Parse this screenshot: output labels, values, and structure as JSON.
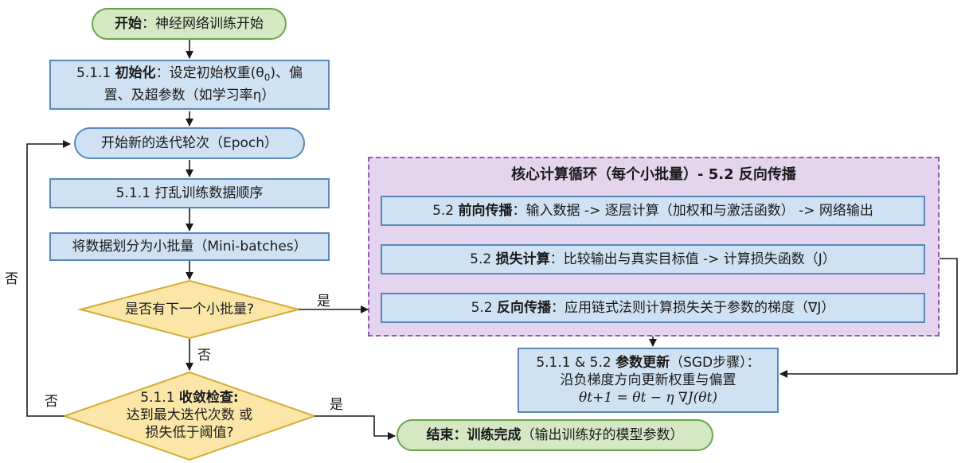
{
  "nodes": {
    "start": {
      "bold": "开始",
      "text": "：神经网络训练开始"
    },
    "init": {
      "prefix": "5.1.1 ",
      "bold": "初始化",
      "line1": "：设定初始权重(θ",
      "sub": "0",
      "line1_end": ")、偏",
      "line2": "置、及超参数（如学习率η）"
    },
    "epoch": {
      "text": "开始新的迭代轮次（Epoch）"
    },
    "shuffle": {
      "text": "5.1.1 打乱训练数据顺序"
    },
    "batches": {
      "text": "将数据划分为小批量（Mini-batches）"
    },
    "has_batch": {
      "text": "是否有下一个小批量?"
    },
    "converge": {
      "prefix": "5.1.1 ",
      "bold": "收敛检查:",
      "line2": "达到最大迭代次数 或",
      "line3": "损失低于阈值?"
    },
    "end": {
      "bold": "结束：训练完成",
      "text": "（输出训练好的模型参数）"
    },
    "loop_title": "核心计算循环（每个小批量）- 5.2 反向传播",
    "forward": {
      "prefix": "5.2 ",
      "bold": "前向传播",
      "text": "：输入数据 -> 逐层计算（加权和与激活函数） -> 网络输出"
    },
    "loss": {
      "prefix": "5.2 ",
      "bold": "损失计算",
      "text": "：比较输出与真实目标值 -> 计算损失函数（J）"
    },
    "backprop": {
      "prefix": "5.2 ",
      "bold": "反向传播",
      "text": "：应用链式法则计算损失关于参数的梯度（∇J）"
    },
    "update": {
      "prefix": "5.1.1 & 5.2 ",
      "bold": "参数更新",
      "text": "（SGD步骤）：",
      "line2": "沿负梯度方向更新权重与偏置",
      "formula": "θt+1 = θt − η ∇J(θt)"
    }
  },
  "edge_labels": {
    "yes_batch": "是",
    "no_batch": "否",
    "yes_converge": "是",
    "no_converge": "否",
    "no_loop_side": "否"
  },
  "colors": {
    "start_end_fill": "#d5e8c4",
    "process_fill": "#cfe2f3",
    "decision_fill": "#fbe6a8",
    "loop_fill": "#e4d4ee"
  }
}
